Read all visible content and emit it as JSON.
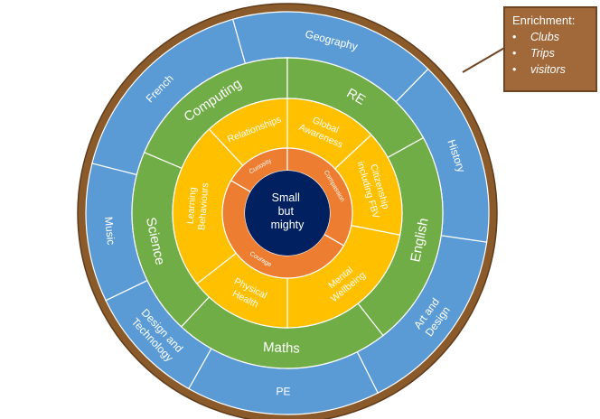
{
  "colors": {
    "outer_rim": "#8a5a2b",
    "blue": "#5b9bd5",
    "green": "#70ad47",
    "yellow": "#ffc000",
    "orange": "#ed7d31",
    "navy": "#002060",
    "callout_bg": "#a1683a"
  },
  "center": {
    "lines": [
      "Small",
      "but",
      "mighty"
    ]
  },
  "values_ring": [
    {
      "label": "Curiosity"
    },
    {
      "label": "Compassion"
    },
    {
      "label": "Courage"
    }
  ],
  "focus_ring": [
    {
      "label": "Relationships"
    },
    {
      "lines": [
        "Global",
        "Awareness"
      ]
    },
    {
      "lines": [
        "Citizenship",
        "including FBV"
      ]
    },
    {
      "lines": [
        "Mental",
        "Wellbeing"
      ]
    },
    {
      "lines": [
        "Physical",
        "Health"
      ]
    },
    {
      "lines": [
        "Learning",
        "Behaviours"
      ]
    }
  ],
  "core_subjects": [
    {
      "label": "Computing"
    },
    {
      "label": "RE"
    },
    {
      "label": "English"
    },
    {
      "label": "Maths"
    },
    {
      "label": "Science"
    }
  ],
  "foundation_subjects": [
    {
      "label": "French"
    },
    {
      "label": "Geography"
    },
    {
      "label": "History"
    },
    {
      "lines": [
        "Art and",
        "Design"
      ]
    },
    {
      "label": "PE"
    },
    {
      "lines": [
        "Design and",
        "Technology"
      ]
    },
    {
      "label": "Music"
    }
  ],
  "enrichment": {
    "title": "Enrichment:",
    "items": [
      "Clubs",
      "Trips",
      "visitors"
    ],
    "bullet": "•"
  }
}
